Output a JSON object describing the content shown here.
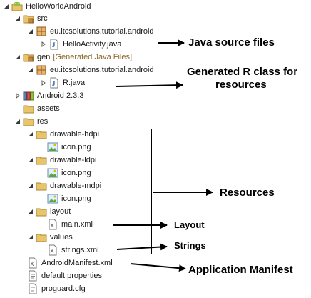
{
  "tree": [
    {
      "label": "HelloWorldAndroid",
      "icon": "android-project-icon",
      "twisty": "expanded"
    },
    {
      "label": "src",
      "icon": "source-folder-icon",
      "twisty": "expanded"
    },
    {
      "label": "eu.itcsolutions.tutorial.android",
      "icon": "package-icon",
      "twisty": "expanded"
    },
    {
      "label": "HelloActivity.java",
      "icon": "java-file-icon",
      "twisty": "collapsed"
    },
    {
      "label": "gen",
      "suffix": "[Generated Java Files]",
      "icon": "source-folder-icon",
      "twisty": "expanded"
    },
    {
      "label": "eu.itcsolutions.tutorial.android",
      "icon": "package-icon",
      "twisty": "expanded"
    },
    {
      "label": "R.java",
      "icon": "java-file-icon",
      "twisty": "collapsed"
    },
    {
      "label": "Android 2.3.3",
      "icon": "library-icon",
      "twisty": "collapsed"
    },
    {
      "label": "assets",
      "icon": "folder-icon",
      "twisty": "none"
    },
    {
      "label": "res",
      "icon": "folder-icon",
      "twisty": "expanded"
    },
    {
      "label": "drawable-hdpi",
      "icon": "folder-icon",
      "twisty": "expanded"
    },
    {
      "label": "icon.png",
      "icon": "image-file-icon",
      "twisty": "none"
    },
    {
      "label": "drawable-ldpi",
      "icon": "folder-icon",
      "twisty": "expanded"
    },
    {
      "label": "icon.png",
      "icon": "image-file-icon",
      "twisty": "none"
    },
    {
      "label": "drawable-mdpi",
      "icon": "folder-icon",
      "twisty": "expanded"
    },
    {
      "label": "icon.png",
      "icon": "image-file-icon",
      "twisty": "none"
    },
    {
      "label": "layout",
      "icon": "folder-icon",
      "twisty": "expanded"
    },
    {
      "label": "main.xml",
      "icon": "xml-file-icon",
      "twisty": "none"
    },
    {
      "label": "values",
      "icon": "folder-icon",
      "twisty": "expanded"
    },
    {
      "label": "strings.xml",
      "icon": "xml-file-icon",
      "twisty": "none"
    },
    {
      "label": "AndroidManifest.xml",
      "icon": "xml-file-icon",
      "twisty": "none"
    },
    {
      "label": "default.properties",
      "icon": "text-file-icon",
      "twisty": "none"
    },
    {
      "label": "proguard.cfg",
      "icon": "text-file-icon",
      "twisty": "none"
    }
  ],
  "annotations": {
    "java_source": "Java source files",
    "generated_r_line1": "Generated R class for",
    "generated_r_line2": "resources",
    "resources": "Resources",
    "layout": "Layout",
    "strings": "Strings",
    "manifest": "Application Manifest"
  },
  "colors": {
    "text": "#1a1a1a",
    "generated_suffix": "#8b6a2a",
    "folder": "#e8c56a",
    "package": "#c8843a",
    "annotation": "#000000"
  }
}
